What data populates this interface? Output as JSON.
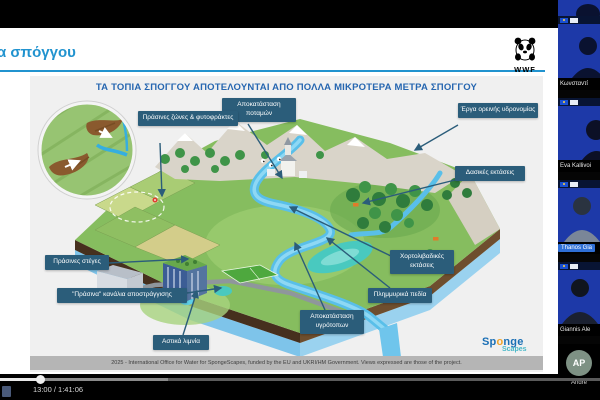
{
  "presentation": {
    "heading_partial": "α σπόγγου",
    "wwf_text": "WWF",
    "slide_title": "ΤΑ ΤΟΠΙΑ ΣΠΟΓΓΟΥ ΑΠΟΤΕΛΟΥΝΤΑΙ ΑΠΟ ΠΟΛΛΑ ΜΙΚΡΟΤΕΡΑ ΜΕΤΡΑ ΣΠΟΓΓΟΥ",
    "labels": [
      {
        "text": "Αποκατάσταση ποταμών"
      },
      {
        "text": "Πράσινες ζώνες & φυτοφράκτες"
      },
      {
        "text": "Έργα ορεινής υδρονομίας"
      },
      {
        "text": "Δασικές εκτάσεις"
      },
      {
        "text": "Χορτολιβαδικές εκτάσεις"
      },
      {
        "text": "Πλημμυρικά πεδία"
      },
      {
        "text": "Αποκατάσταση υγρότοπων"
      },
      {
        "text": "Αστικά λιμνία"
      },
      {
        "text": "Πράσινες στέγες"
      },
      {
        "text": "\"Πράσινα\" κανάλια αποστράγγισης"
      }
    ],
    "footer": "2025 - International Office for Water for SpongeScapes, funded by the EU and UKRI/HM Government. Views expressed are those of the project.",
    "sponge_logo": {
      "top_prefix": "Sp",
      "top_o": "o",
      "top_suffix": "nge",
      "bottom": "Scapes"
    }
  },
  "participants": [
    {
      "name": "Κωνσταντί"
    },
    {
      "name": "Eva Kallivoi"
    },
    {
      "name": "Thanos Gia",
      "active": true
    },
    {
      "name": "Giannis Ale"
    },
    {
      "name": "Andre",
      "initials": "AP"
    }
  ],
  "player": {
    "time": "13:00 / 1:41:06"
  },
  "colors": {
    "accent_blue": "#2193cf",
    "title_blue": "#2666b0",
    "label_bg": "#2b5d7a",
    "active_speaker": "#2f6fd6"
  }
}
